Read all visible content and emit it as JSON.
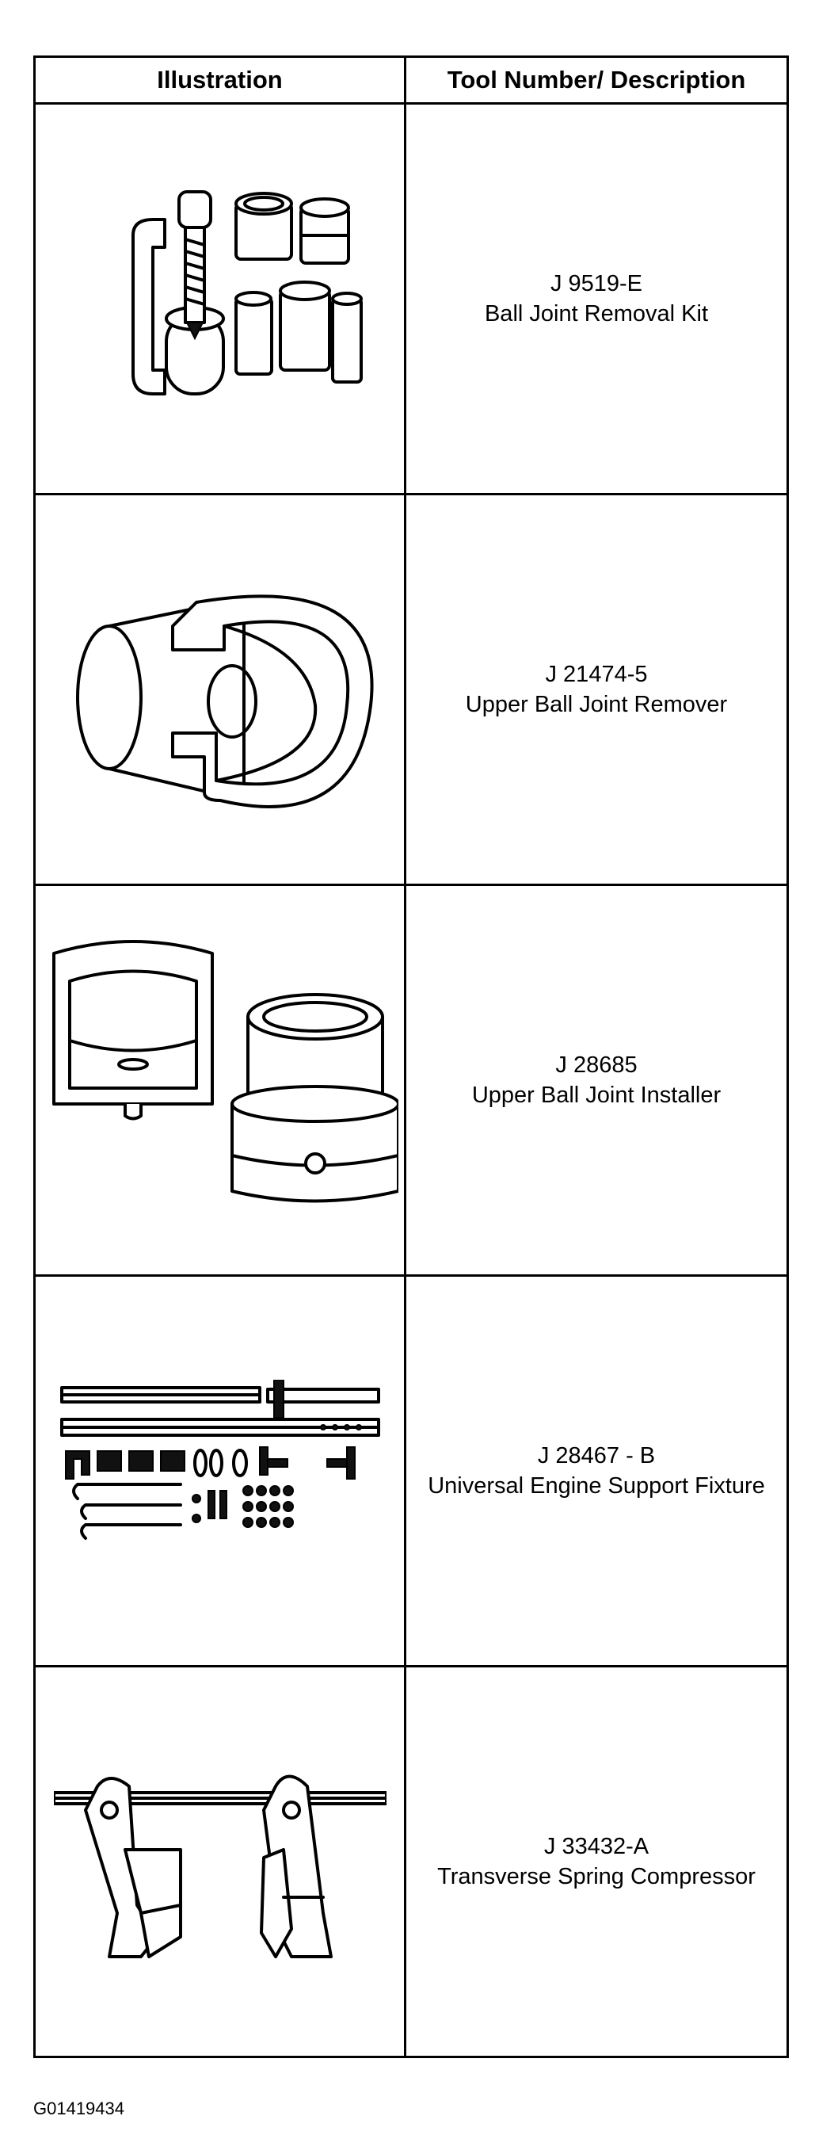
{
  "table": {
    "headers": {
      "illustration": "Illustration",
      "description": "Tool Number/ Description"
    },
    "rows": [
      {
        "tool_number": "J 9519-E",
        "description": "Ball Joint Removal Kit",
        "icon": "ball-joint-removal-kit-icon"
      },
      {
        "tool_number": "J 21474-5",
        "description": "Upper Ball Joint Remover",
        "icon": "upper-ball-joint-remover-icon"
      },
      {
        "tool_number": "J 28685",
        "description": "Upper Ball Joint Installer",
        "icon": "upper-ball-joint-installer-icon"
      },
      {
        "tool_number": "J 28467 - B",
        "description": "Universal Engine Support Fixture",
        "icon": "engine-support-fixture-icon"
      },
      {
        "tool_number": "J 33432-A",
        "description": "Transverse Spring Compressor",
        "icon": "transverse-spring-compressor-icon"
      }
    ]
  },
  "figure_id": "G01419434"
}
